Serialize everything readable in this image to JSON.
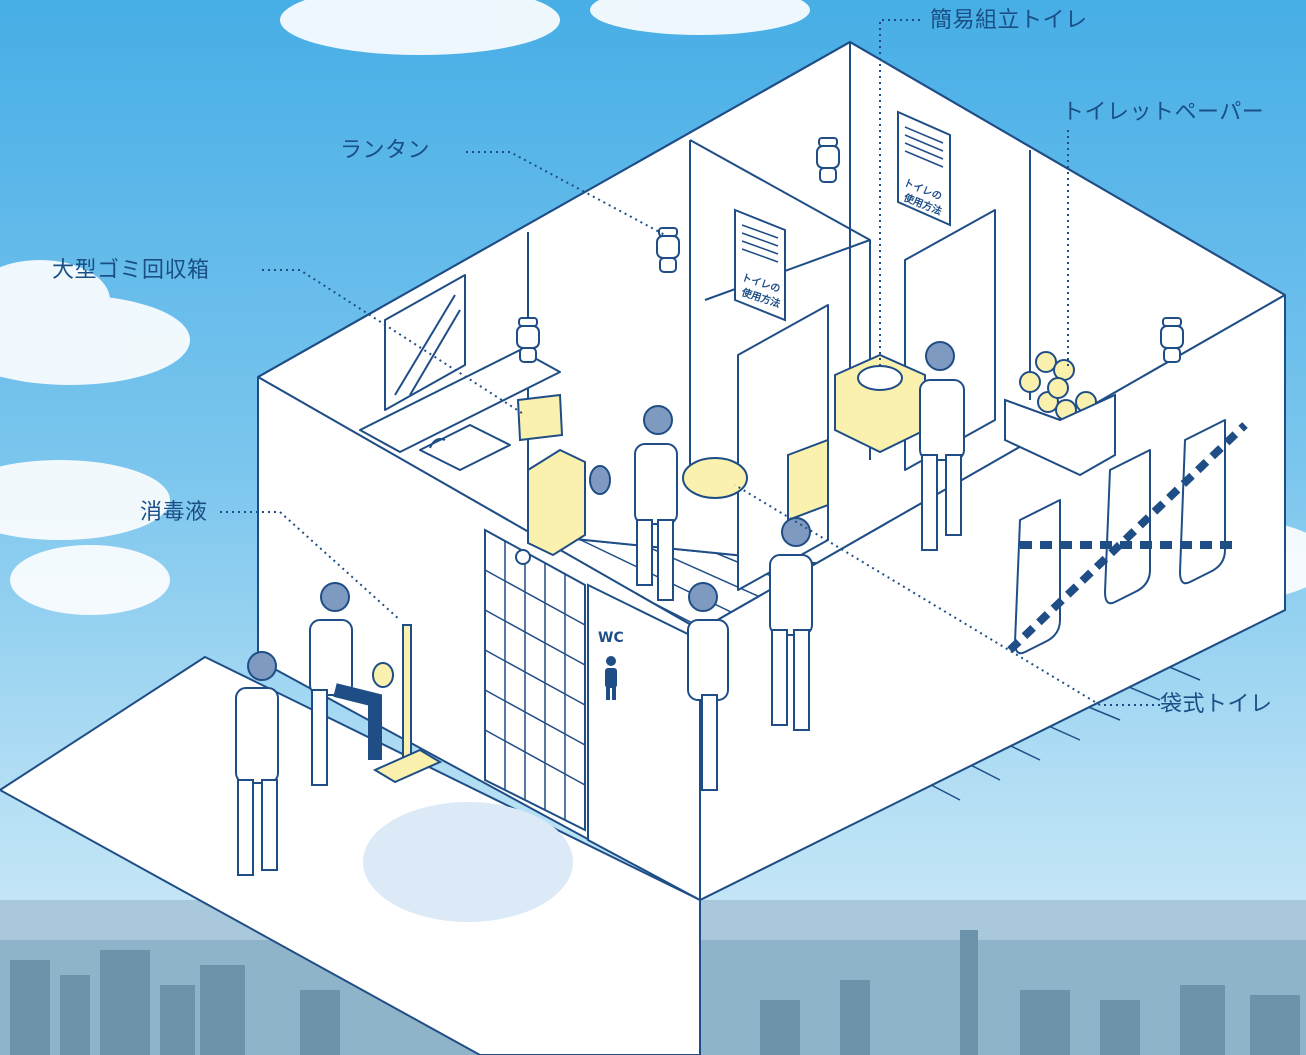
{
  "labels": {
    "toilet_kit": "簡易組立トイレ",
    "toilet_paper": "トイレットペーパー",
    "lantern": "ランタン",
    "garbage_box": "大型ゴミ回収箱",
    "disinfectant": "消毒液",
    "bag_toilet": "袋式トイレ"
  },
  "signs": {
    "wc": "WC",
    "usage_line1": "トイレの",
    "usage_line2": "使用方法"
  },
  "colors": {
    "sky_top": "#47aee6",
    "line": "#1f4e86",
    "highlight": "#fbf1ae",
    "floor_spot": "#dce9f7"
  }
}
